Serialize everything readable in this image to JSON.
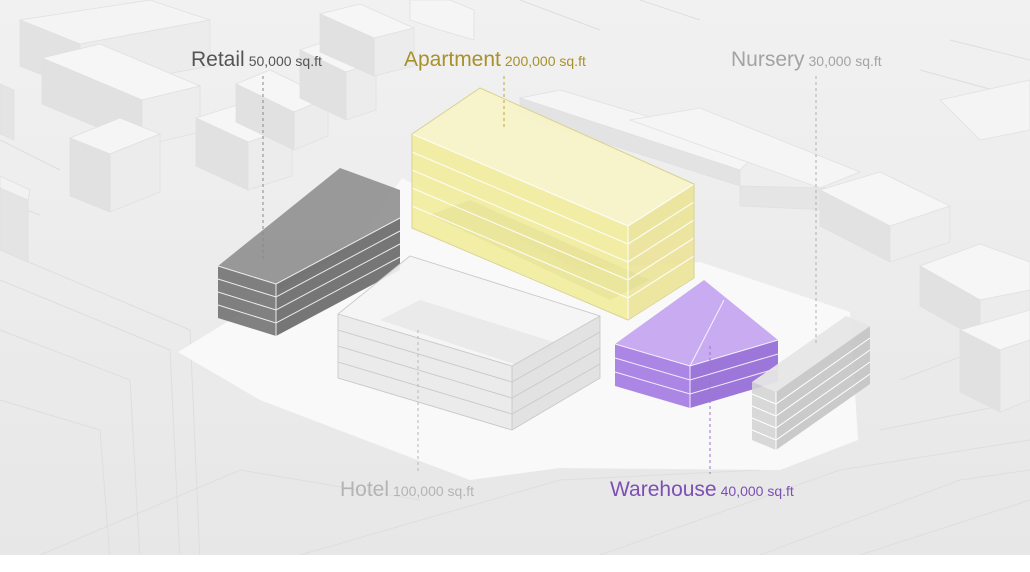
{
  "labels": {
    "retail": {
      "name": "Retail",
      "area": "50,000 sq.ft"
    },
    "apartment": {
      "name": "Apartment",
      "area": "200,000 sq.ft"
    },
    "nursery": {
      "name": "Nursery",
      "area": "30,000 sq.ft"
    },
    "hotel": {
      "name": "Hotel",
      "area": "100,000 sq.ft"
    },
    "warehouse": {
      "name": "Warehouse",
      "area": "40,000 sq.ft"
    }
  },
  "colors": {
    "background": "#eeeeee",
    "site": "#f9f9f9",
    "context_building": "#f2f2f2",
    "retail_text": "#555555",
    "retail_fill": "#6e6e6e",
    "apartment_text": "#a8902a",
    "apartment_fill": "#f2ec9c",
    "nursery_text": "#a3a3a3",
    "nursery_fill": "#cfcfcf",
    "hotel_text": "#b4b4b4",
    "hotel_fill": "#e6e6e6",
    "warehouse_text": "#7d4fb5",
    "warehouse_fill": "#a97fe6"
  }
}
